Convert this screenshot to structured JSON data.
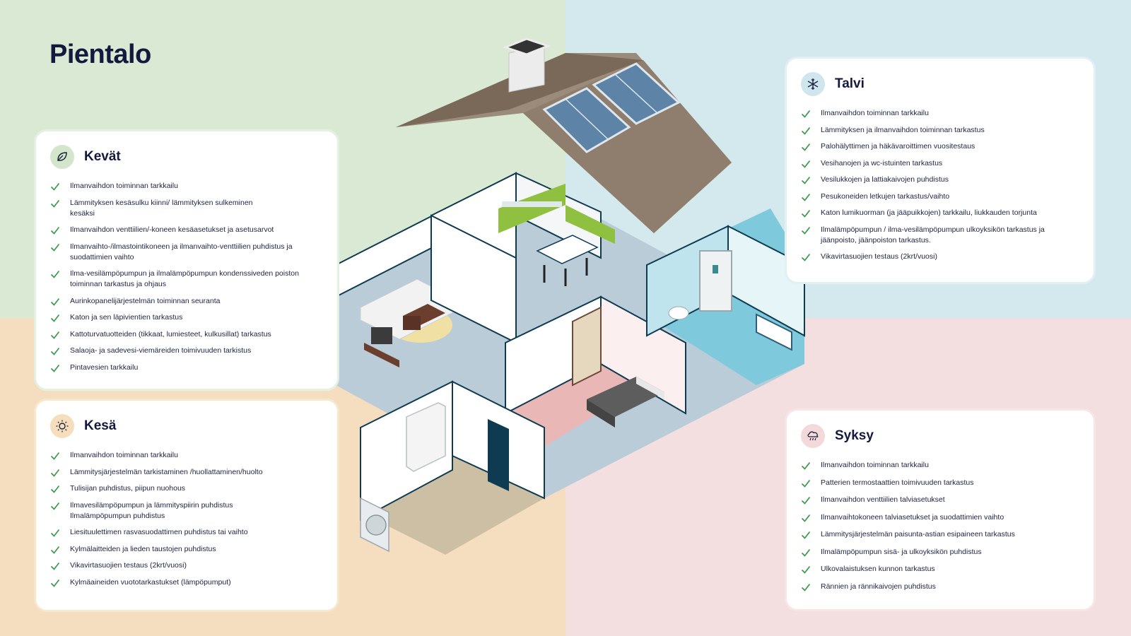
{
  "page": {
    "title": "Pientalo"
  },
  "colors": {
    "check": "#3a9a4b",
    "title": "#141a3d"
  },
  "kevat": {
    "title": "Kevät",
    "icon": "leaf-icon",
    "tasks": [
      "Ilmanvaihdon toiminnan tarkkailu",
      "Lämmityksen kesäsulku kiinni/ lämmityksen sulkeminen kesäksi",
      "Ilmanvaihdon venttiilien/-koneen kesäasetukset ja asetusarvot",
      "Ilmanvaihto-/ilmastointikoneen ja ilmanvaihto-venttiilien puhdistus ja suodattimien vaihto",
      "Ilma-vesilämpöpumpun ja ilmalämpöpumpun kondenssiveden poiston toiminnan tarkastus ja ohjaus",
      "Aurinkopanelijärjestelmän toiminnan seuranta",
      "Katon ja sen läpivientien tarkastus",
      "Kattoturvatuotteiden (tikkaat, lumiesteet, kulkusillat) tarkastus",
      "Salaoja- ja sadevesi-viemäreiden toimivuuden tarkistus",
      "Pintavesien tarkkailu"
    ]
  },
  "kesa": {
    "title": "Kesä",
    "icon": "sun-icon",
    "tasks": [
      "Ilmanvaihdon toiminnan tarkkailu",
      "Lämmitysjärjestelmän tarkistaminen /huollattaminen/huolto",
      "Tulisijan puhdistus, piipun nuohous",
      "Ilmavesilämpöpumpun ja lämmityspiirin puhdistus Ilmalämpöpumpun puhdistus",
      "Liesituulettimen rasvasuodattimen puhdistus tai vaihto",
      "Kylmälaitteiden ja lieden taustojen puhdistus",
      "Vikavirtasuojien testaus (2krt/vuosi)",
      "Kylmäaineiden vuototarkastukset (lämpöpumput)"
    ]
  },
  "talvi": {
    "title": "Talvi",
    "icon": "snowflake-icon",
    "tasks": [
      "Ilmanvaihdon toiminnan tarkkailu",
      "Lämmityksen ja ilmanvaihdon toiminnan tarkastus",
      "Palohälyttimen ja häkävaroittimen vuositestaus",
      "Vesihanojen ja wc-istuinten tarkastus",
      "Vesilukkojen ja lattiakaivojen puhdistus",
      "Pesukoneiden letkujen tarkastus/vaihto",
      "Katon lumikuorman (ja jääpuikkojen) tarkkailu, liukkauden torjunta",
      "Ilmalämpöpumpun / ilma-vesilämpöpumpun ulkoyksikön tarkastus ja jäänpoisto, jäänpoiston tarkastus.",
      "Vikavirtasuojien testaus (2krt/vuosi)"
    ]
  },
  "syksy": {
    "title": "Syksy",
    "icon": "rain-cloud-icon",
    "tasks": [
      "Ilmanvaihdon toiminnan tarkkailu",
      "Patterien termostaattien toimivuuden tarkastus",
      "Ilmanvaihdon venttiilien talviasetukset",
      "Ilmanvaihtokoneen talviasetukset ja suodattimien vaihto",
      "Lämmitysjärjestelmän paisunta-astian esipaineen tarkastus",
      "Ilmalämpöpumpun sisä- ja ulkoyksikön puhdistus",
      "Ulkovalaistuksen kunnon tarkastus",
      "Rännien ja rännikaivojen puhdistus"
    ]
  }
}
